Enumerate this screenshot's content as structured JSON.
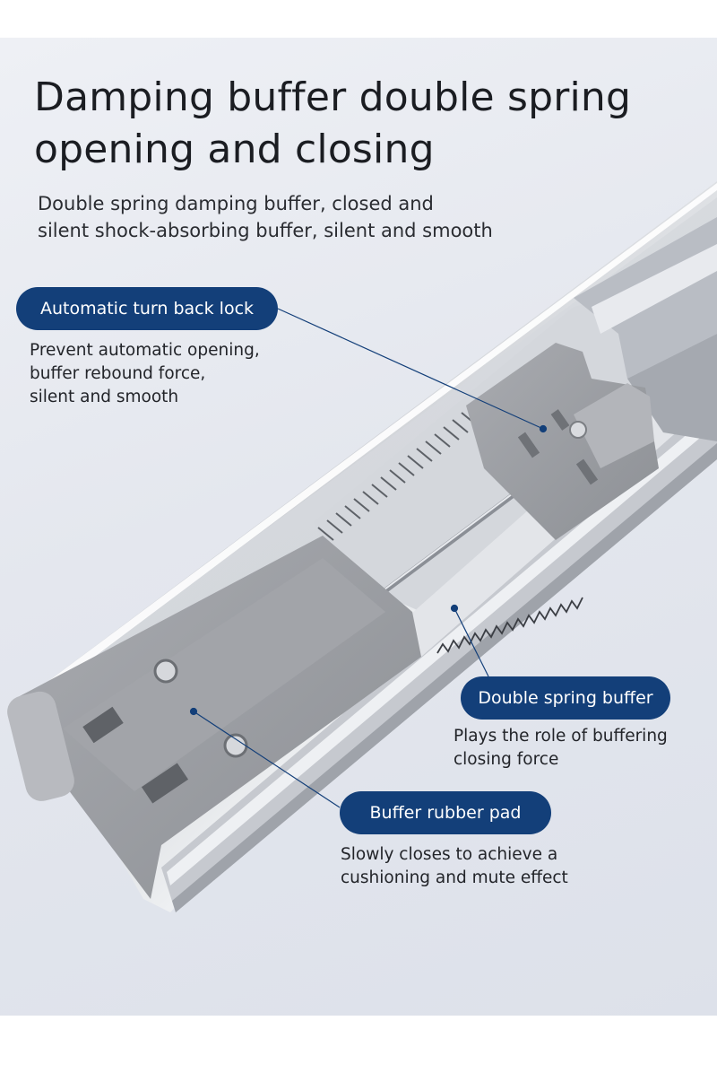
{
  "header": {
    "title_line1": "Damping buffer double spring",
    "title_line2": "opening and closing",
    "subtitle_line1": "Double spring damping buffer, closed and",
    "subtitle_line2": "silent shock-absorbing buffer, silent and smooth"
  },
  "callouts": {
    "lock": {
      "label": "Automatic turn back lock",
      "desc_line1": "Prevent automatic opening,",
      "desc_line2": "buffer rebound force,",
      "desc_line3": "silent and smooth"
    },
    "spring": {
      "label": "Double spring buffer",
      "desc_line1": "Plays the role of buffering",
      "desc_line2": "closing force"
    },
    "pad": {
      "label": "Buffer rubber pad",
      "desc_line1": "Slowly closes to achieve a",
      "desc_line2": "cushioning and mute effect"
    }
  },
  "colors": {
    "accent": "#133f79",
    "background": "#e4e7ee",
    "rail_metal": "#c9ccd2",
    "plastic_gray": "#9a9ca1"
  }
}
